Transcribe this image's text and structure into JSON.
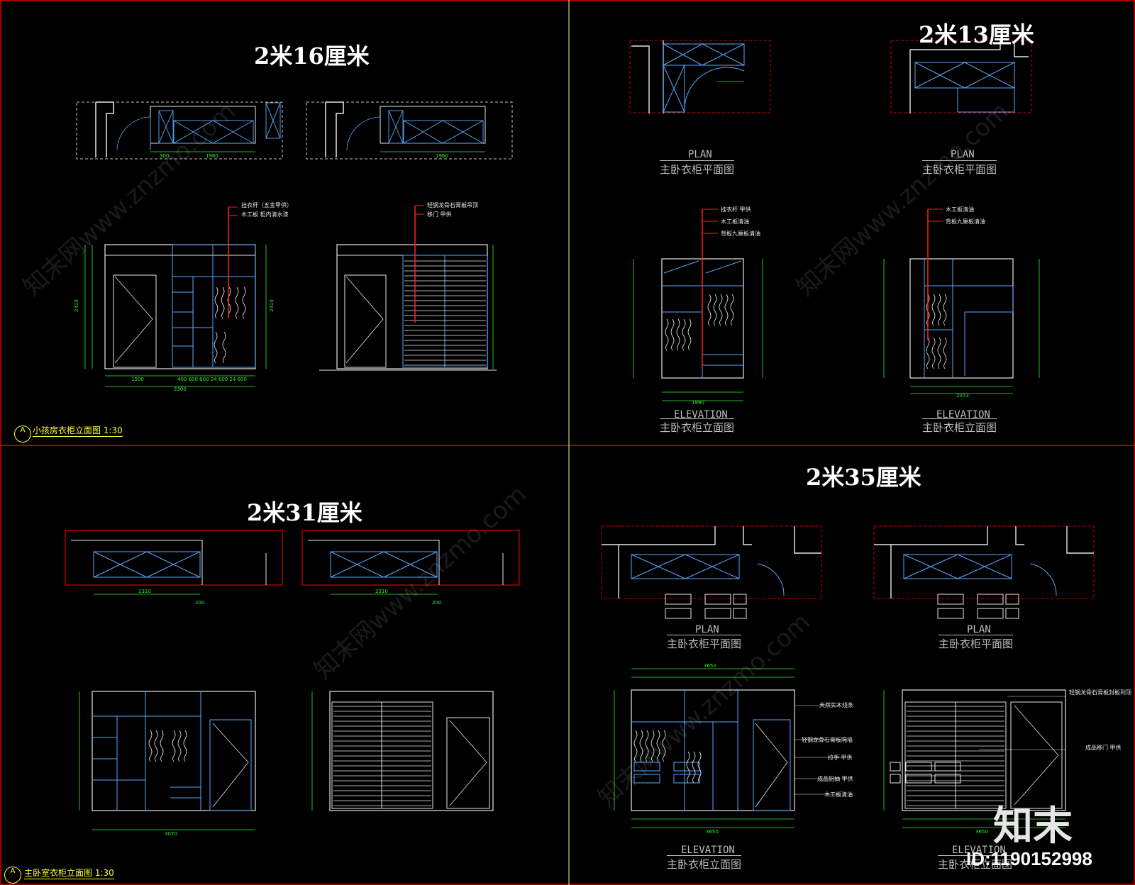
{
  "titles": {
    "q1": "2米16厘米",
    "q2": "2米13厘米",
    "q3": "2米31厘米",
    "q4": "2米35厘米"
  },
  "captions": {
    "plan_en": "PLAN",
    "plan_cn": "主卧衣柜平面图",
    "elev_en": "ELEVATION",
    "elev_cn": "主卧衣柜立面图"
  },
  "sheet_titles": {
    "q1": "小孩房衣柜立面图  1:30",
    "q3": "主卧室衣柜立面图  1:30",
    "marker": "A"
  },
  "notes": {
    "q1a": [
      "挂衣杆（五金甲供）",
      "木工板  柜内清水漆"
    ],
    "q1b": [
      "轻钢龙骨石膏板吊顶",
      "移门  甲供"
    ],
    "q2a": [
      "挂衣杆  甲供",
      "木工板清油",
      "背板九厘板清油"
    ],
    "q2b": [
      "木工板清油",
      "背板九厘板清油"
    ],
    "q4a": [
      "天然实木线条",
      "轻钢龙骨石膏板隔墙",
      "拉手  甲供",
      "成品铝抽  甲供",
      "木工板清油"
    ],
    "q4b": [
      "轻钢龙骨石膏板封板到顶",
      "成品移门  甲供"
    ]
  },
  "watermark": {
    "text": "知末网www.znzmo.com",
    "brand": "知末",
    "id": "ID:1190152998"
  },
  "colors": {
    "background": "#000000",
    "frame": "#d40000",
    "wall": "#e6e6e6",
    "furniture": "#59a8ff",
    "dimension": "#33ee33",
    "leader": "#ff2020",
    "label": "#ffff33"
  }
}
